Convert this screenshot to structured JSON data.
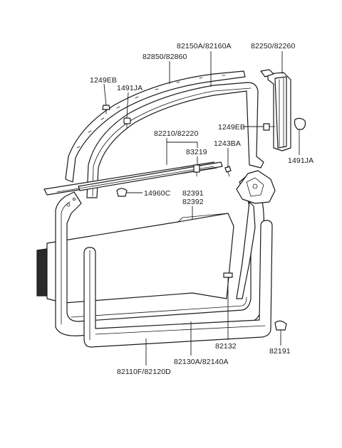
{
  "diagram": {
    "labels": {
      "p82150A": "82150A/82160A",
      "p82850": "82850/82860",
      "p82250": "82250/82260",
      "p1249EB_left": "1249EB",
      "p1491JA_left": "1491JA",
      "p1249EB_right": "1249EB",
      "p82210": "82210/82220",
      "p83219": "83219",
      "p1243BA": "1243BA",
      "p1491JA_right": "1491JA",
      "p14960C": "14960C",
      "p82391": "82391",
      "p82392": "82392",
      "p82132": "82132",
      "p82191": "82191",
      "p82130A": "82130A/82140A",
      "p82110F": "82110F/82120D"
    },
    "colors": {
      "ink": "#1a1a1a",
      "background": "#ffffff"
    }
  }
}
